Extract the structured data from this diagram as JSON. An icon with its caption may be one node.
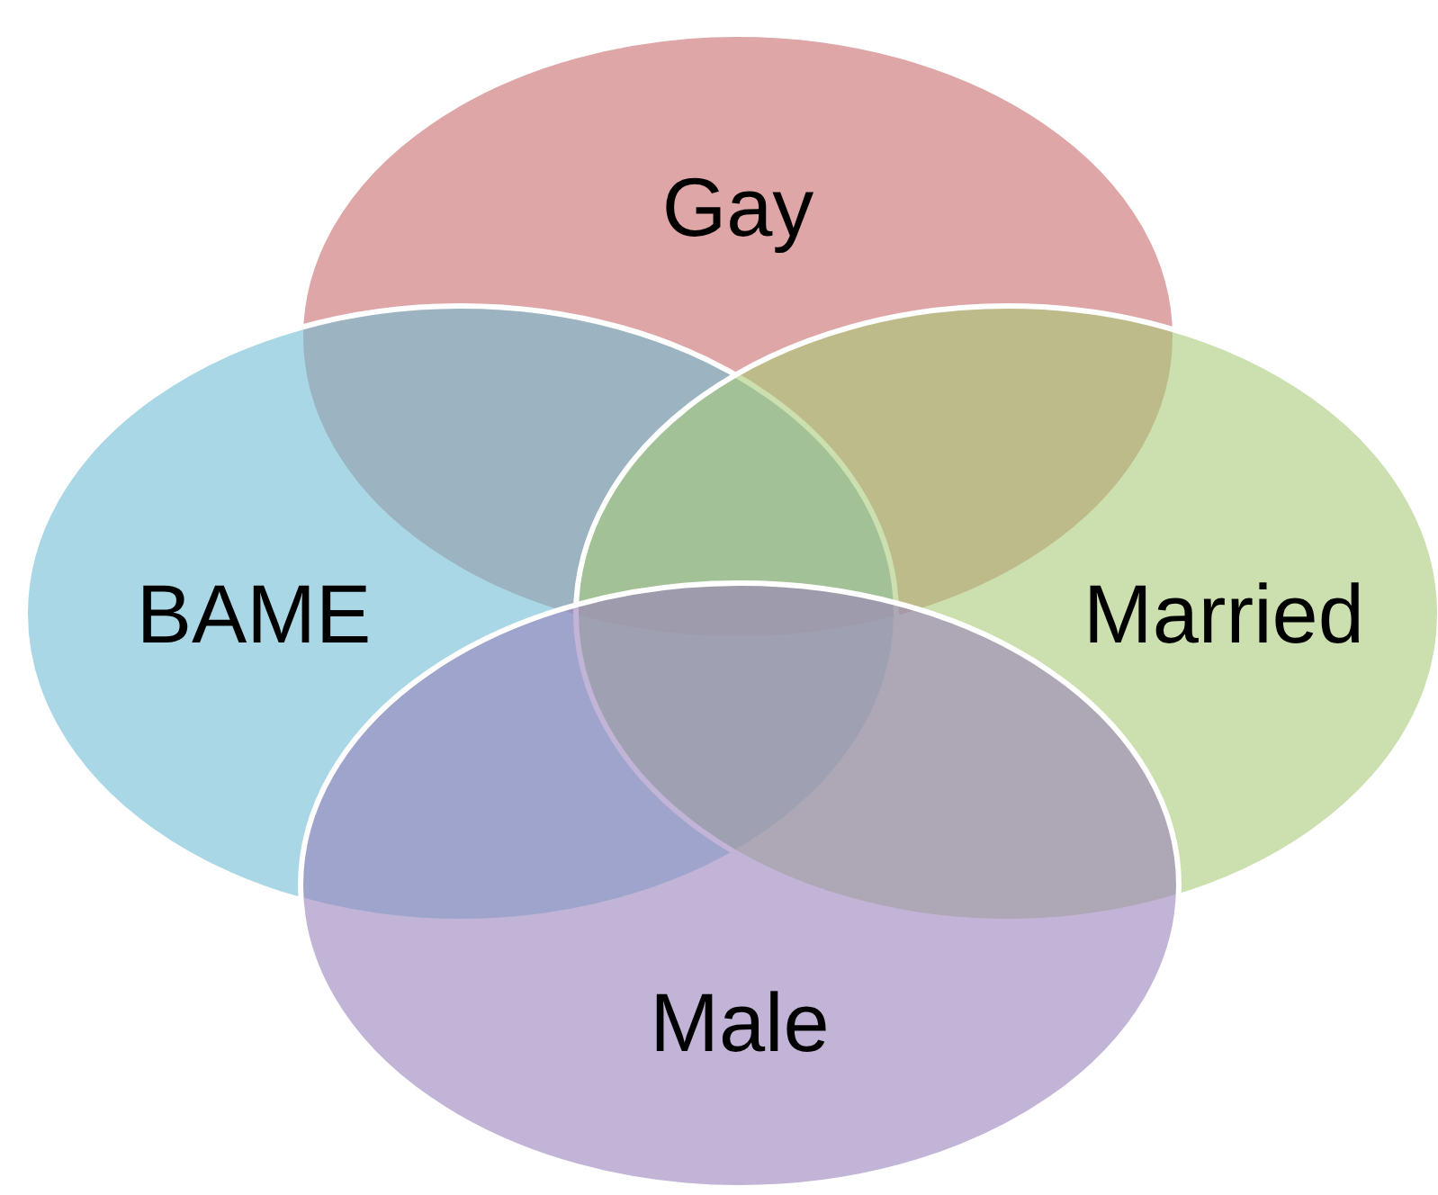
{
  "diagram": {
    "nodes": [
      {
        "text": [
          "Gay"
        ]
      },
      {
        "text": [
          "BAME"
        ]
      },
      {
        "text": [
          "Married"
        ]
      },
      {
        "text": [
          "Male"
        ]
      }
    ]
  }
}
